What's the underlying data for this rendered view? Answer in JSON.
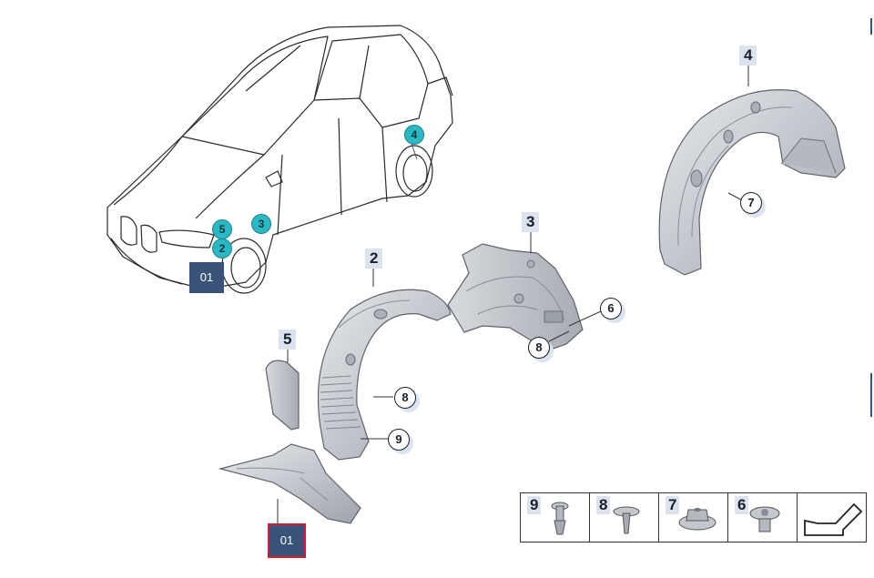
{
  "labels": {
    "part_1": "01",
    "part_2": "2",
    "part_3": "3",
    "part_4": "4",
    "part_5": "5",
    "part_6": "6",
    "part_7": "7",
    "part_8": "8",
    "part_9": "9"
  },
  "car_markers": {
    "m2": "2",
    "m3": "3",
    "m4": "4",
    "m5": "5",
    "ref": "01"
  },
  "legend": {
    "items": [
      "9",
      "8",
      "7",
      "6"
    ]
  },
  "colors": {
    "ref_box": "#3a5379",
    "highlight": "#d81a2b",
    "marker": "#29b9c4",
    "label_bg": "#dbe3ee",
    "part_fill": "#c9ccd1"
  },
  "icons": [
    "car-outline-icon",
    "wheel-arch-liner-icon",
    "clip-icon",
    "nut-icon",
    "arrow-icon"
  ]
}
